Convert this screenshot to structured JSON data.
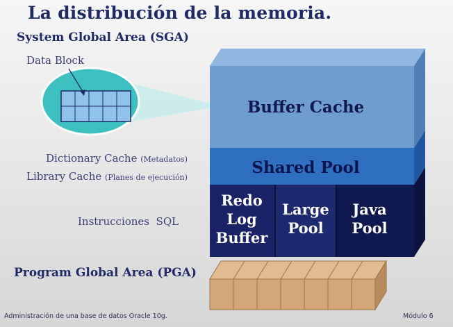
{
  "title": "La distribución de la memoria.",
  "sga_label": "System Global Area (SGA)",
  "data_block_label": "Data Block",
  "dictionary_cache": {
    "label": "Dictionary Cache",
    "note": "(Metadatos)"
  },
  "library_cache": {
    "label": "Library Cache",
    "note": "(Planes de ejecución)"
  },
  "sql_label": "Instrucciones  SQL",
  "pga_label": "Program Global Area (PGA)",
  "blocks": {
    "buffer_cache": "Buffer Cache",
    "shared_pool": "Shared Pool",
    "redo_log": [
      "Redo",
      "Log",
      "Buffer"
    ],
    "large_pool": [
      "Large",
      "Pool"
    ],
    "java_pool": [
      "Java",
      "Pool"
    ]
  },
  "footer": {
    "left": "Administración de una base de datos Oracle 10g.",
    "right": "Módulo 6"
  },
  "colors": {
    "title": "#1f2a66",
    "buffer_cache": "#6f9dcf",
    "shared_pool": "#2f6fc0",
    "lower_blocks": "#16205f",
    "pga_crate": "#d3a77a",
    "lens": "#3cc0c0"
  }
}
